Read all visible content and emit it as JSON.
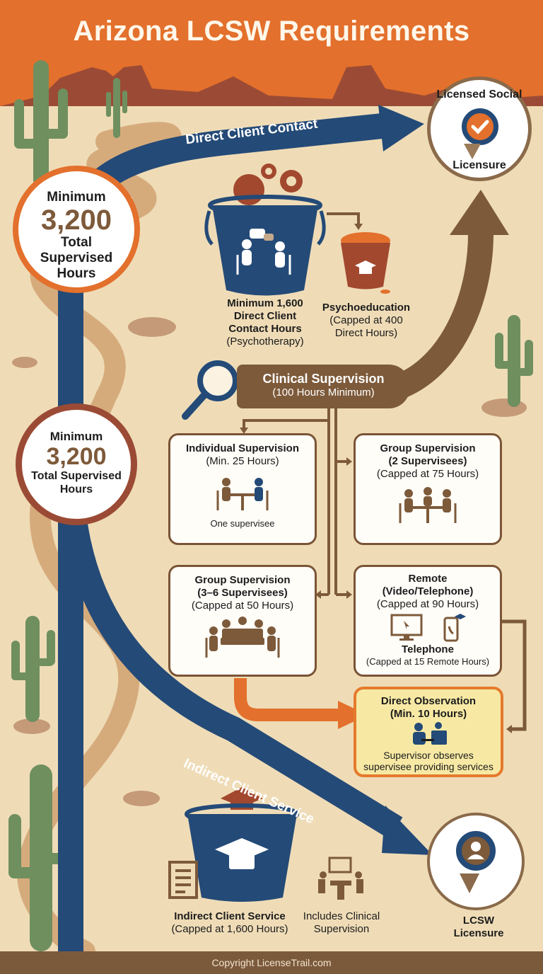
{
  "title": "Arizona LCSW Requirements",
  "arrows": {
    "direct_client_contact": "Direct Client Contact",
    "indirect_client_service": "Indirect Client Service"
  },
  "badges": {
    "top_right": {
      "line1": "Licensed Social",
      "line2": "Licensure",
      "icon": "check-rosette-icon"
    },
    "bottom_right": {
      "label_line1": "LCSW",
      "label_line2": "Licensure",
      "icon": "person-rosette-icon"
    }
  },
  "total_hours_1": {
    "prefix": "Minimum",
    "value": "3,200",
    "line1": "Total",
    "line2": "Supervised",
    "line3": "Hours"
  },
  "total_hours_2": {
    "prefix": "Minimum",
    "value": "3,200",
    "line1": "Total Supervised",
    "line2": "Hours"
  },
  "direct_contact": {
    "line1": "Minimum 1,600",
    "line2": "Direct Client",
    "line3": "Contact Hours",
    "line4": "(Psychotherapy)"
  },
  "psychoeducation": {
    "title": "Psychoeducation",
    "line1": "(Capped at 400",
    "line2": "Direct Hours)"
  },
  "clinical_supervision": {
    "title": "Clinical Supervision",
    "subtitle": "(100 Hours Minimum)"
  },
  "cards": {
    "individual": {
      "title": "Individual Supervision",
      "sub": "(Min. 25 Hours)",
      "note": "One supervisee"
    },
    "group2": {
      "title1": "Group Supervision",
      "title2": "(2 Supervisees)",
      "sub": "(Capped at 75 Hours)"
    },
    "group36": {
      "title1": "Group Supervision",
      "title2": "(3–6 Supervisees)",
      "sub": "(Capped at 50 Hours)"
    },
    "remote": {
      "title1": "Remote",
      "title2": "(Video/Telephone)",
      "sub": "(Capped at 90 Hours)",
      "tel_title": "Telephone",
      "tel_sub": "(Capped at 15 Remote Hours)"
    },
    "observation": {
      "title1": "Direct Observation",
      "title2": "(Min. 10 Hours)",
      "note1": "Supervisor observes",
      "note2": "supervisee providing services"
    }
  },
  "indirect": {
    "title": "Indirect Client Service",
    "sub": "(Capped at 1,600 Hours)"
  },
  "includes": {
    "line1": "Includes Clinical",
    "line2": "Supervision"
  },
  "footer": "Copyright LicenseTrail.com",
  "colors": {
    "orange": "#e3702c",
    "navy": "#244a77",
    "brown": "#7d5a3a",
    "rust": "#a2482e",
    "sand": "#efdcb7",
    "cactus": "#6f8f5f"
  }
}
